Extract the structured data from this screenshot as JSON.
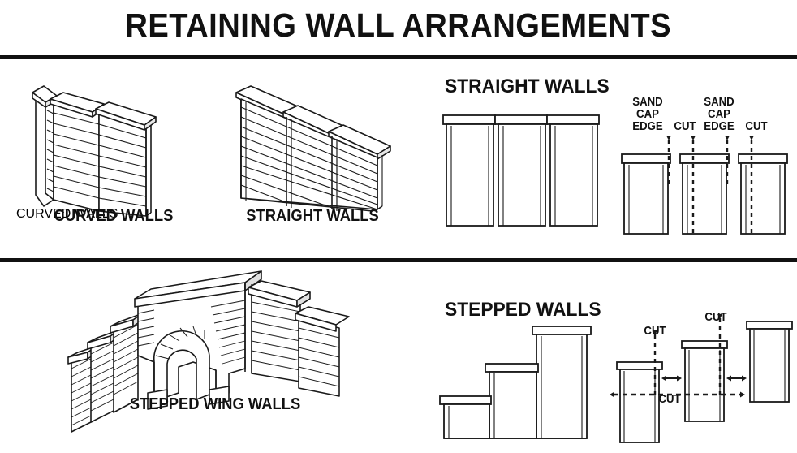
{
  "document": {
    "title": "RETAINING WALL ARRANGEMENTS"
  },
  "colors": {
    "ink": "#111111",
    "line": "#1a1a1a",
    "shade": "#d8d8d8",
    "paper": "#ffffff"
  },
  "sections": {
    "top": {
      "figures": [
        {
          "caption": "CURVED WALLS"
        },
        {
          "caption": "STRAIGHT WALLS"
        }
      ],
      "heading": "STRAIGHT WALLS",
      "callouts": [
        {
          "lines": [
            "SAND",
            "CAP",
            "EDGE"
          ]
        },
        {
          "lines": [
            "CUT"
          ]
        },
        {
          "lines": [
            "SAND",
            "CAP",
            "EDGE"
          ]
        },
        {
          "lines": [
            "CUT"
          ]
        }
      ]
    },
    "bottom": {
      "figures": [
        {
          "caption": "STEPPED WING WALLS"
        }
      ],
      "heading": "STEPPED WALLS",
      "callouts": [
        {
          "lines": [
            "CUT"
          ]
        },
        {
          "lines": [
            "CUT"
          ]
        },
        {
          "lines": [
            "CUT"
          ]
        }
      ]
    }
  }
}
